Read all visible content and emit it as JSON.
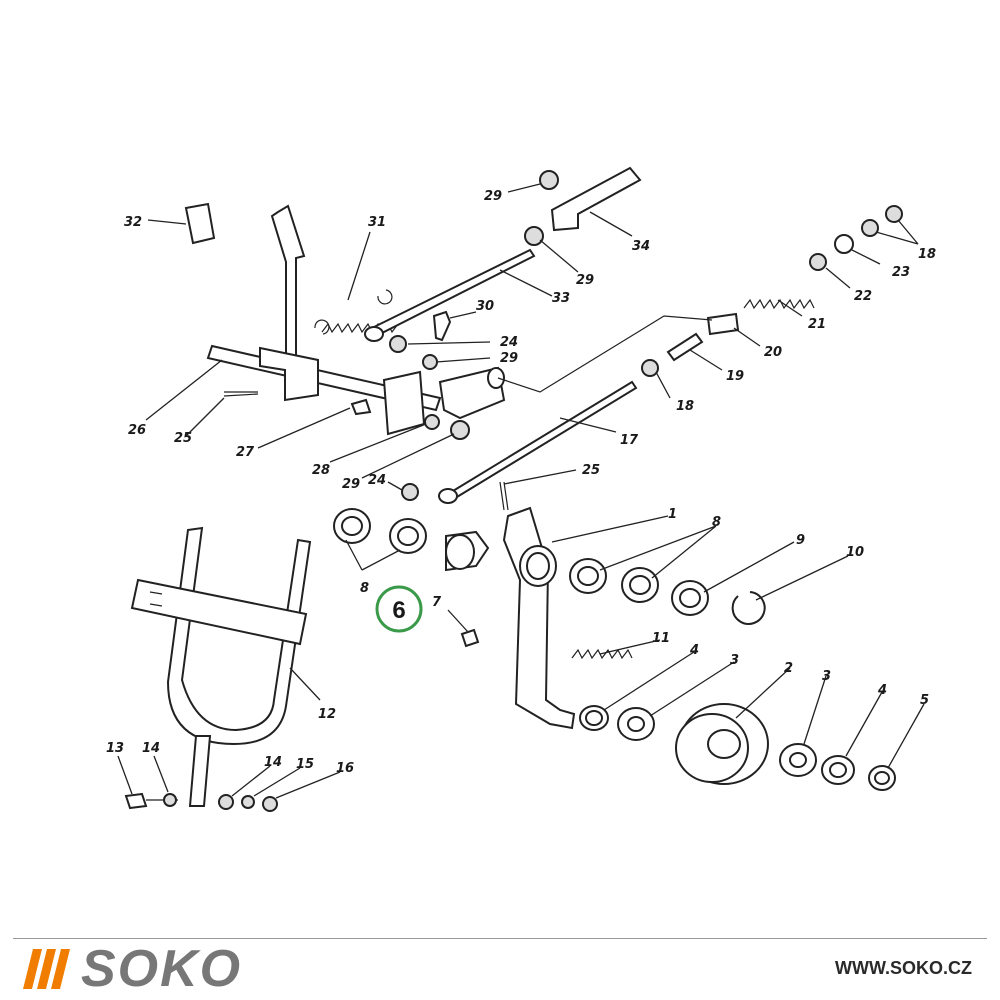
{
  "callouts": [
    {
      "id": "l1",
      "text": "1"
    },
    {
      "id": "l2",
      "text": "2"
    },
    {
      "id": "l3a",
      "text": "3"
    },
    {
      "id": "l3b",
      "text": "3"
    },
    {
      "id": "l4a",
      "text": "4"
    },
    {
      "id": "l4b",
      "text": "4"
    },
    {
      "id": "l5",
      "text": "5"
    },
    {
      "id": "l7",
      "text": "7"
    },
    {
      "id": "l8a",
      "text": "8"
    },
    {
      "id": "l8b",
      "text": "8"
    },
    {
      "id": "l9",
      "text": "9"
    },
    {
      "id": "l10",
      "text": "10"
    },
    {
      "id": "l11",
      "text": "11"
    },
    {
      "id": "l12",
      "text": "12"
    },
    {
      "id": "l13",
      "text": "13"
    },
    {
      "id": "l14a",
      "text": "14"
    },
    {
      "id": "l14b",
      "text": "14"
    },
    {
      "id": "l15",
      "text": "15"
    },
    {
      "id": "l16",
      "text": "16"
    },
    {
      "id": "l17",
      "text": "17"
    },
    {
      "id": "l18a",
      "text": "18"
    },
    {
      "id": "l18b",
      "text": "18"
    },
    {
      "id": "l19",
      "text": "19"
    },
    {
      "id": "l20",
      "text": "20"
    },
    {
      "id": "l21",
      "text": "21"
    },
    {
      "id": "l22",
      "text": "22"
    },
    {
      "id": "l23",
      "text": "23"
    },
    {
      "id": "l24a",
      "text": "24"
    },
    {
      "id": "l24b",
      "text": "24"
    },
    {
      "id": "l25a",
      "text": "25"
    },
    {
      "id": "l25b",
      "text": "25"
    },
    {
      "id": "l26",
      "text": "26"
    },
    {
      "id": "l27",
      "text": "27"
    },
    {
      "id": "l28",
      "text": "28"
    },
    {
      "id": "l29a",
      "text": "29"
    },
    {
      "id": "l29b",
      "text": "29"
    },
    {
      "id": "l29c",
      "text": "29"
    },
    {
      "id": "l29d",
      "text": "29"
    },
    {
      "id": "l30",
      "text": "30"
    },
    {
      "id": "l31",
      "text": "31"
    },
    {
      "id": "l32",
      "text": "32"
    },
    {
      "id": "l33",
      "text": "33"
    },
    {
      "id": "l34",
      "text": "34"
    }
  ],
  "highlight": {
    "text": "6",
    "color": "#3a9a4a"
  },
  "footer": {
    "brand": "SOKO",
    "website": "WWW.SOKO.CZ",
    "brand_color": "#777777",
    "accent_color": "#f07d00"
  }
}
